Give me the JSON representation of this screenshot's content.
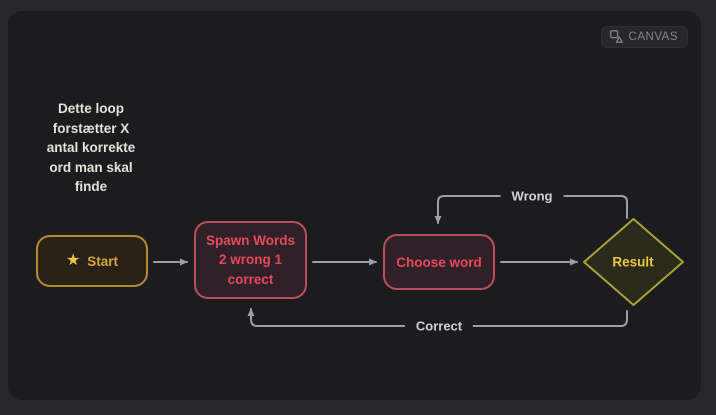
{
  "badge": {
    "label": "CANVAS",
    "icon": "shapes-icon"
  },
  "note": {
    "lines": [
      "Dette loop",
      "forstætter X",
      "antal korrekte",
      "ord man skal",
      "finde"
    ]
  },
  "nodes": {
    "start": {
      "label": "Start",
      "icon": "star-icon",
      "shape": "rounded-rectangle",
      "accent": "#d9a43c"
    },
    "spawn_words": {
      "lines": [
        "Spawn Words",
        "2 wrong 1",
        "correct"
      ],
      "shape": "rounded-rectangle",
      "accent": "#e8495a"
    },
    "choose_word": {
      "label": "Choose word",
      "shape": "rounded-rectangle",
      "accent": "#e8495a"
    },
    "result": {
      "label": "Result",
      "shape": "diamond",
      "accent": "#eac93c"
    }
  },
  "edges": {
    "start_to_spawn": {
      "from": "start",
      "to": "spawn-words",
      "label": ""
    },
    "spawn_to_choose": {
      "from": "spawn-words",
      "to": "choose-word",
      "label": ""
    },
    "choose_to_result": {
      "from": "choose-word",
      "to": "result",
      "label": ""
    },
    "result_to_choose": {
      "from": "result",
      "to": "choose-word",
      "label": "Wrong"
    },
    "result_to_spawn": {
      "from": "result",
      "to": "spawn-words",
      "label": "Correct"
    }
  },
  "colors": {
    "outer_background": "#26262b",
    "canvas_background": "#1c1c1f",
    "edge_color": "#9aa0a6",
    "edge_label_color": "#ced3d9",
    "note_text_color": "#e4e1dc",
    "start_border": "#b68b2e",
    "error_border": "#b8505c",
    "result_border": "#aaa434",
    "badge_text_color": "#82868f"
  }
}
